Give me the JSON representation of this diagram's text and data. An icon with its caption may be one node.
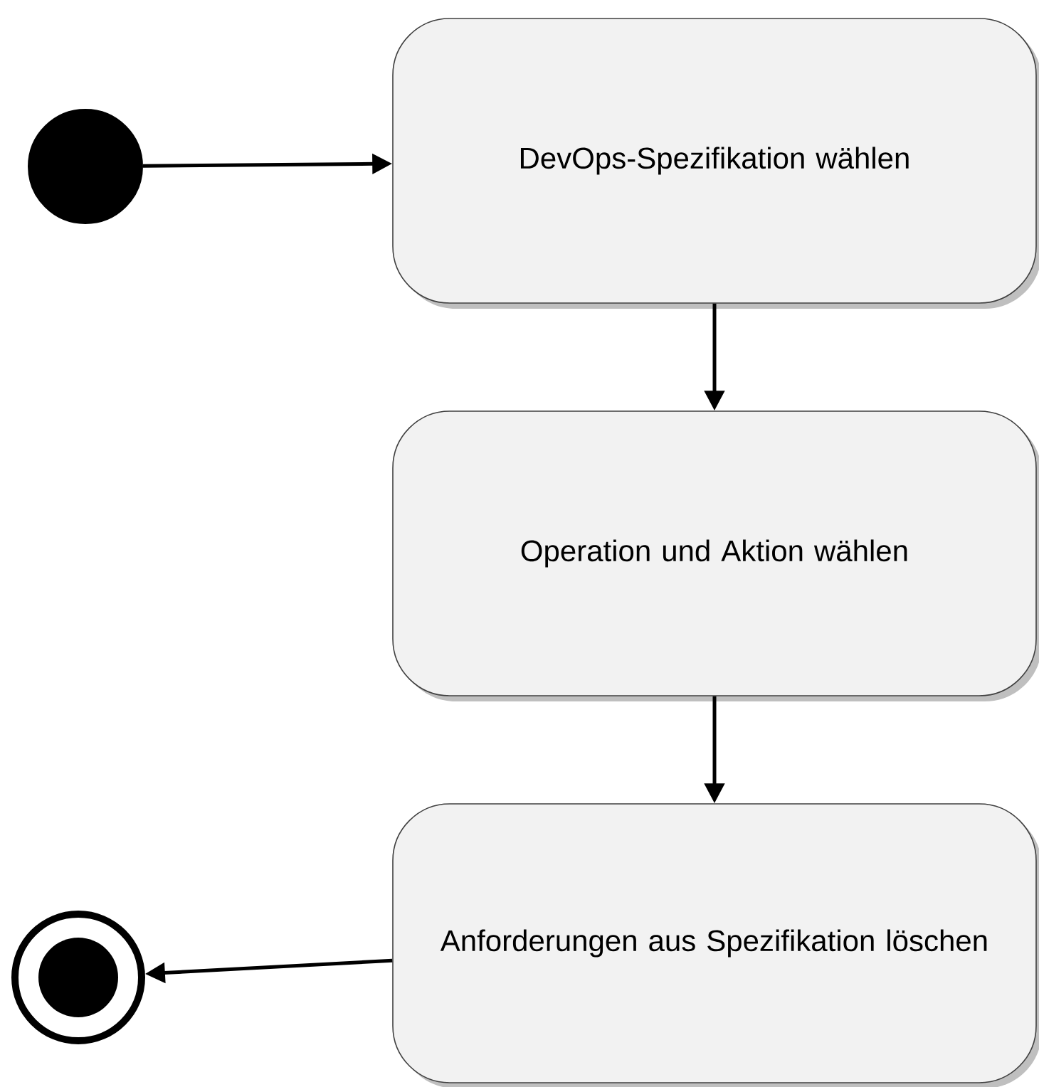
{
  "diagram": {
    "nodes": [
      {
        "text": [],
        "shape": "circle"
      },
      {
        "text": [
          "DevOps-Spezifikation wählen"
        ]
      },
      {
        "text": [
          "Operation und Aktion wählen"
        ]
      },
      {
        "text": [
          "Anforderungen aus Spezifikation löschen"
        ]
      },
      {
        "text": [],
        "shape": "circle"
      }
    ],
    "edges": [
      {
        "from": 0,
        "to": 1,
        "arrow": "to"
      },
      {
        "from": 1,
        "to": 2,
        "arrow": "to"
      },
      {
        "from": 2,
        "to": 3,
        "arrow": "to"
      },
      {
        "from": 3,
        "to": 4,
        "arrow": "to"
      }
    ]
  }
}
